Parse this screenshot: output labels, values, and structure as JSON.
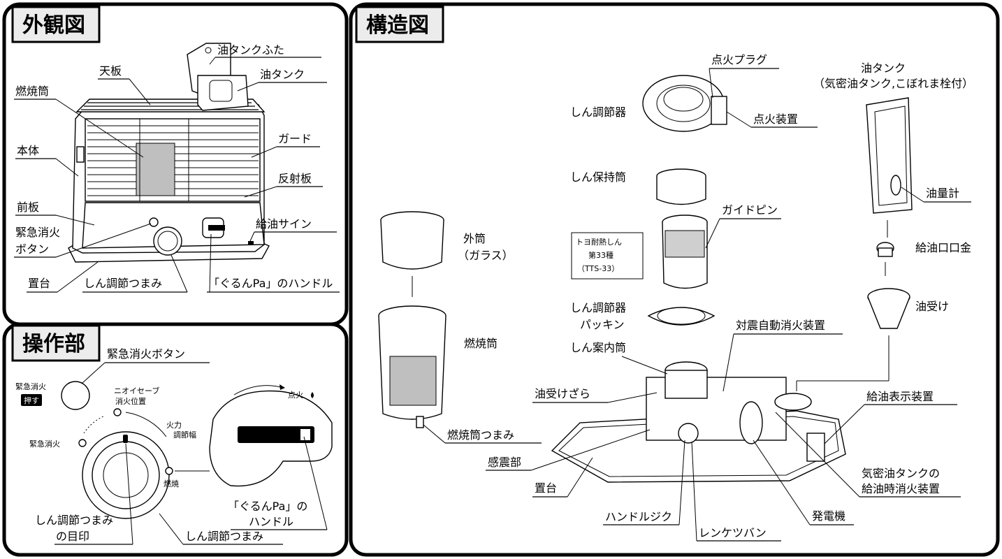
{
  "panels": {
    "exterior": "外観図",
    "controls": "操作部",
    "structure": "構造図"
  },
  "exterior_labels": {
    "tank_cap": "油タンクふた",
    "top_plate": "天板",
    "oil_tank": "油タンク",
    "combustion_tube": "燃焼筒",
    "guard": "ガード",
    "body": "本体",
    "reflector": "反射板",
    "front_plate": "前板",
    "refuel_sign": "給油サイン",
    "emergency_btn_1": "緊急消火",
    "emergency_btn_2": "ボタン",
    "base": "置台",
    "wick_knob": "しん調節つまみ",
    "guruppa_handle": "「ぐるんPa」のハンドル"
  },
  "control_labels": {
    "emergency_btn": "緊急消火ボタン",
    "emergency_off_1": "緊急消火",
    "push": "押す",
    "nioi_1": "ニオイセーブ",
    "nioi_2": "消火位置",
    "fire_1": "火力",
    "fire_2": "調節幅",
    "emergency_off_2": "緊急消火",
    "burn": "燃焼",
    "ignite": "点火",
    "guruppa_1": "「ぐるんPa」の",
    "guruppa_2": "ハンドル",
    "mark_1": "しん調節つまみ",
    "mark_2": "の目印",
    "wick_knob": "しん調節つまみ"
  },
  "structure_labels": {
    "ignition_plug": "点火プラグ",
    "oil_tank_1": "油タンク",
    "oil_tank_2": "（気密油タンク,こぼれま栓付）",
    "wick_adjuster": "しん調節器",
    "igniter": "点火装置",
    "wick_holder": "しん保持筒",
    "oil_gauge": "油量計",
    "guide_pin": "ガイドピン",
    "outer_tube_1": "外筒",
    "outer_tube_2": "（ガラス）",
    "wick_1": "トヨ耐熱しん",
    "wick_2": "第33種",
    "wick_3": "（TTS-33）",
    "refuel_cap": "給油口口金",
    "oil_receiver": "油受け",
    "gasket_1": "しん調節器",
    "gasket_2": "パッキン",
    "combustion_tube": "燃焼筒",
    "seismic_off": "対震自動消火装置",
    "wick_guide": "しん案内筒",
    "oil_tray": "油受けざら",
    "refuel_indicator": "給油表示装置",
    "tube_knob": "燃焼筒つまみ",
    "seismic_sensor": "感震部",
    "airtight_1": "気密油タンクの",
    "airtight_2": "給油時消火装置",
    "base": "置台",
    "handle_shaft": "ハンドルジク",
    "linkage_valve": "レンケツバン",
    "generator": "発電機"
  }
}
